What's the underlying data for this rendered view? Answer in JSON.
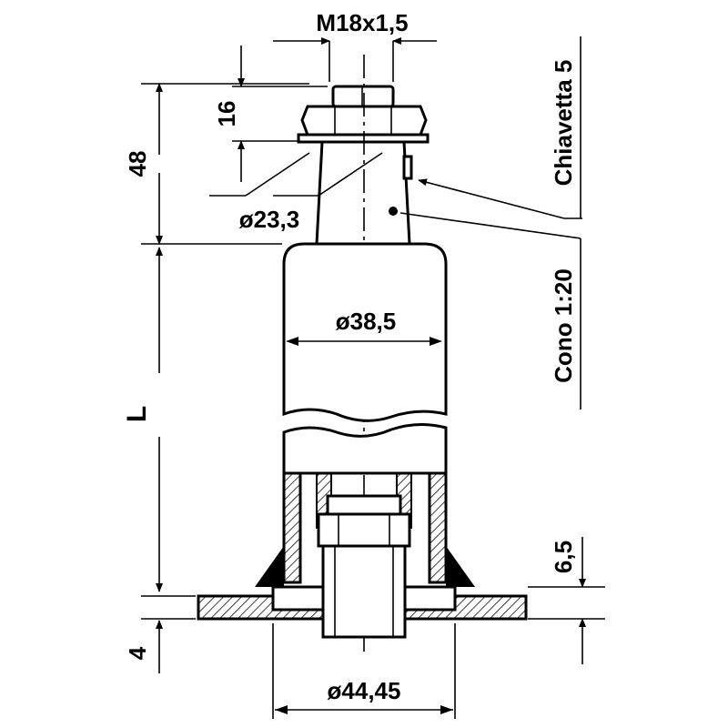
{
  "drawing": {
    "thread_label": "M18x1,5",
    "nut_height_label": "16",
    "top_length_label": "48",
    "cone_diameter_label": "ø23,3",
    "key_label": "Chiavetta 5",
    "taper_label": "Cono 1:20",
    "tube_diameter_label": "ø38,5",
    "length_label": "L",
    "flange_offset_label": "6,5",
    "flange_thickness_label": "4",
    "flange_diameter_label": "ø44,45"
  }
}
